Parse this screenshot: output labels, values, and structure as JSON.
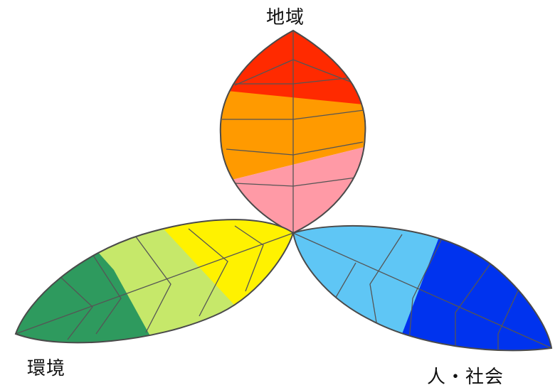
{
  "labels": {
    "top": "地域",
    "left": "環境",
    "right": "人・社会"
  },
  "colors": {
    "top_red": "#ff2a00",
    "top_orange": "#ff9a00",
    "top_pink": "#ff9aa6",
    "left_green": "#2e9a5e",
    "left_lime": "#c6e86a",
    "left_yellow": "#fff200",
    "right_light_blue": "#5fc6f5",
    "right_blue": "#0033ee",
    "outline": "#4a4a4a"
  }
}
